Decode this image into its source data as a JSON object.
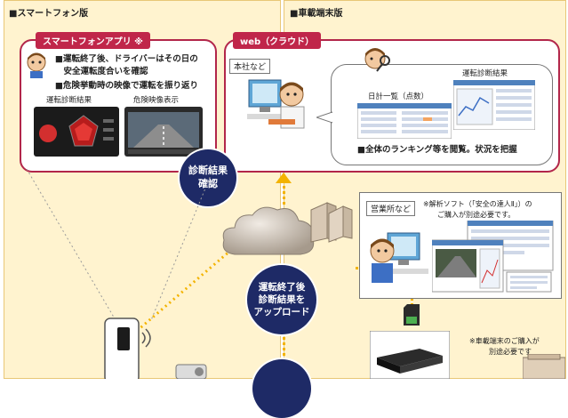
{
  "panels": {
    "left_title": "■スマートフォン版",
    "right_title": "■車載端末版"
  },
  "smartphone_app": {
    "tag": "スマートフォンアプリ ※",
    "line1": "■運転終了後、ドライバーはその日の",
    "line2": "　安全運転度合いを確認",
    "line3": "■危険挙動時の映像で運転を振り返り",
    "caption_result": "運転診断結果",
    "caption_video": "危険映像表示"
  },
  "web_cloud": {
    "tag": "web（クラウド）",
    "hq_label": "本社など",
    "daily_list": "日計一覧（点数）",
    "diag_result": "運転診断結果",
    "summary": "■全体のランキング等を閲覧。状況を把握"
  },
  "flow": {
    "circle_top": [
      "診断結果",
      "確認"
    ],
    "circle_mid": [
      "運転終了後",
      "診断結果を",
      "アップロード"
    ]
  },
  "office": {
    "label": "営業所など",
    "note1": "※解析ソフト（「安全の達人Ⅱ」）の",
    "note2": "ご購入が別途必要です。"
  },
  "device": {
    "note1": "※車載端末のご購入が",
    "note2": "別途必要です"
  },
  "colors": {
    "panel_bg": "#fff3cf",
    "accent_red": "#c0264a",
    "navy": "#1e2a66",
    "arrow_yellow": "#f3b300"
  }
}
